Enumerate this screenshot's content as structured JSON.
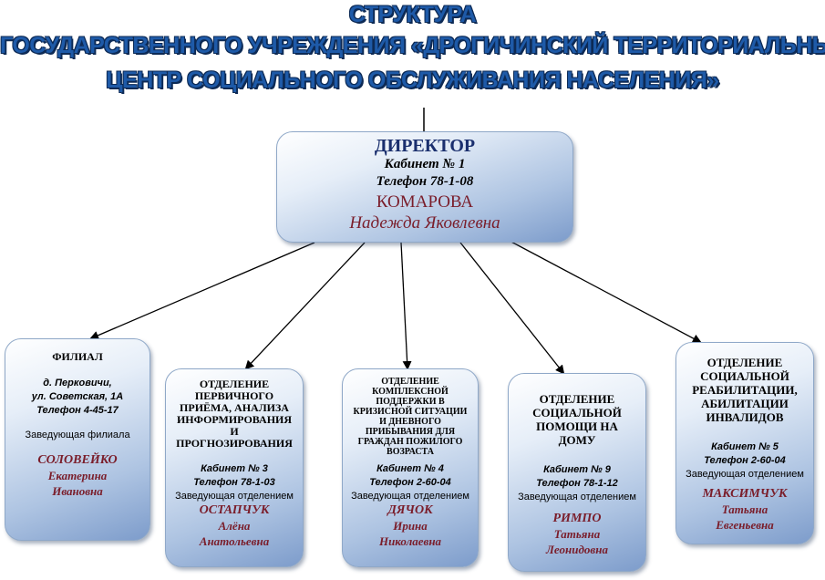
{
  "title": {
    "line1": "СТРУКТУРА",
    "line2": "ГОСУДАРСТВЕННОГО УЧРЕЖДЕНИЯ «ДРОГИЧИНСКИЙ ТЕРРИТОРИАЛЬНЫЙ",
    "line3": "ЦЕНТР СОЦИАЛЬНОГО ОБСЛУЖИВАНИЯ НАСЕЛЕНИЯ»"
  },
  "director": {
    "heading": "ДИРЕКТОР",
    "office": "Кабинет № 1",
    "phone": "Телефон 78-1-08",
    "surname": "КОМАРОВА",
    "name": "Надежда Яковлевна"
  },
  "departments": [
    {
      "heading": "ФИЛИАЛ",
      "address1": "д. Перковичи,",
      "address2": "ул. Советская, 1А",
      "phone": "Телефон 4-45-17",
      "role": "Заведующая филиала",
      "surname": "СОЛОВЕЙКО",
      "given": "Екатерина",
      "patronymic": "Ивановна"
    },
    {
      "heading1": "ОТДЕЛЕНИЕ",
      "heading2": "ПЕРВИЧНОГО",
      "heading3": "ПРИЁМА, АНАЛИЗА",
      "heading4": "ИНФОРМИРОВАНИЯ",
      "heading5": "И",
      "heading6": "ПРОГНОЗИРОВАНИЯ",
      "office": "Кабинет № 3",
      "phone": "Телефон 78-1-03",
      "role": "Заведующая отделением",
      "surname": "ОСТАПЧУК",
      "given": "Алёна",
      "patronymic": "Анатольевна"
    },
    {
      "heading1": "ОТДЕЛЕНИЕ",
      "heading2": "КОМПЛЕКСНОЙ",
      "heading3": "ПОДДЕРЖКИ В",
      "heading4": "КРИЗИСНОЙ СИТУАЦИИ",
      "heading5": "И ДНЕВНОГО",
      "heading6": "ПРИБЫВАНИЯ ДЛЯ",
      "heading7": "ГРАЖДАН ПОЖИЛОГО",
      "heading8": "ВОЗРАСТА",
      "office": "Кабинет № 4",
      "phone": "Телефон 2-60-04",
      "role": "Заведующая отделением",
      "surname": "ДЯЧОК",
      "given": "Ирина",
      "patronymic": "Николаевна"
    },
    {
      "heading1": "ОТДЕЛЕНИЕ",
      "heading2": "СОЦИАЛЬНОЙ",
      "heading3": "ПОМОЩИ НА",
      "heading4": "ДОМУ",
      "office": "Кабинет № 9",
      "phone": "Телефон 78-1-12",
      "role": "Заведующая отделением",
      "surname": "РИМПО",
      "given": "Татьяна",
      "patronymic": "Леонидовна"
    },
    {
      "heading1": "ОТДЕЛЕНИЕ",
      "heading2": "СОЦИАЛЬНОЙ",
      "heading3": "РЕАБИЛИТАЦИИ,",
      "heading4": "АБИЛИТАЦИИ",
      "heading5": "ИНВАЛИДОВ",
      "office": "Кабинет № 5",
      "phone": "Телефон 2-60-04",
      "role": "Заведующая отделением",
      "surname": "МАКСИМЧУК",
      "given": "Татьяна",
      "patronymic": "Евгеньевна"
    }
  ],
  "colors": {
    "title": "#1e5aa8",
    "name": "#7a1d2a",
    "box_fill": "#aec4e2"
  }
}
